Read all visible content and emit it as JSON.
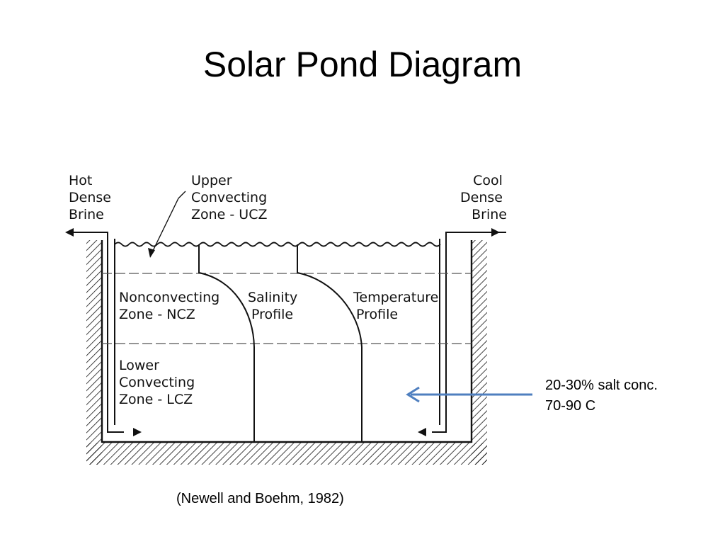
{
  "slide": {
    "title": "Solar Pond Diagram",
    "citation": "(Newell and Boehm, 1982)",
    "note_line1": "20-30% salt conc.",
    "note_line2": "70-90 C",
    "arrow_color": "#4f7fbf"
  },
  "diagram": {
    "hot_brine": [
      "Hot",
      "Dense",
      "Brine"
    ],
    "cool_brine": [
      "Cool",
      "Dense",
      "Brine"
    ],
    "ucz": [
      "Upper",
      "Convecting",
      "Zone - UCZ"
    ],
    "ncz": [
      "Nonconvecting",
      "Zone - NCZ"
    ],
    "salinity": [
      "Salinity",
      "Profile"
    ],
    "temperature": [
      "Temperature",
      "Profile"
    ],
    "lcz": [
      "Lower",
      "Convecting",
      "Zone - LCZ"
    ]
  }
}
